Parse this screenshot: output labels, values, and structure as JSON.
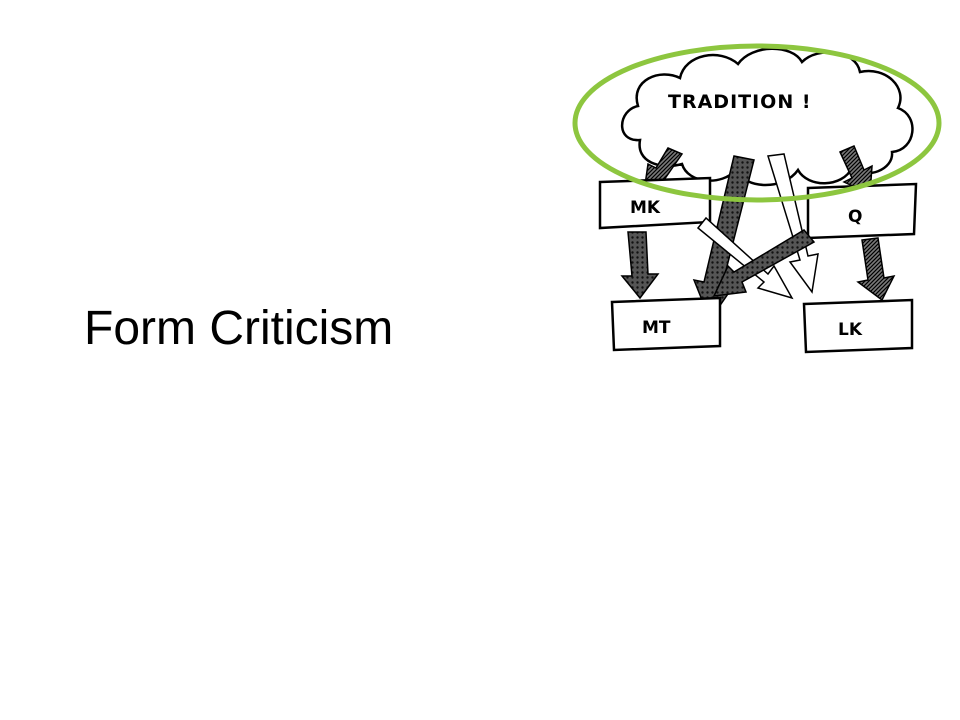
{
  "slide": {
    "title": "Form Criticism"
  },
  "diagram": {
    "source": "TRADITION !",
    "nodes": {
      "mk": "MK",
      "q": "Q",
      "mt": "MT",
      "lk": "LK"
    },
    "highlight_color": "#8dc63f"
  }
}
